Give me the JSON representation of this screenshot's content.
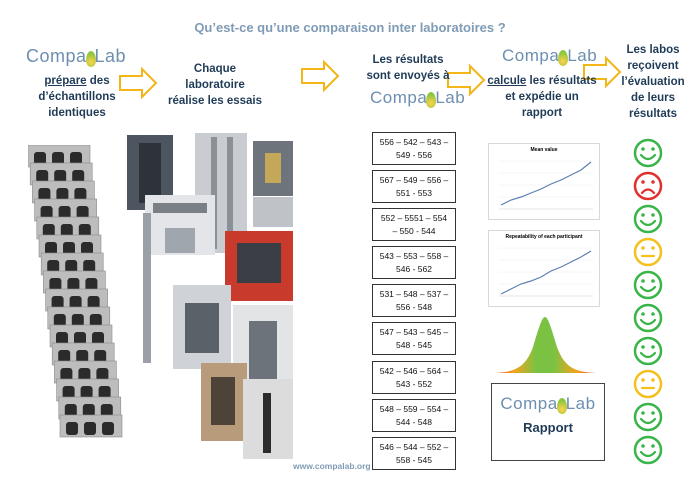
{
  "title": "Qu’est-ce qu’une comparaison inter laboratoires ?",
  "logo_text": {
    "left": "Compa",
    "right": "Lab"
  },
  "steps": {
    "step1": {
      "word_underlined": "prépare",
      "rest1": " des",
      "line2": "d’échantillons",
      "line3": "identiques"
    },
    "step2": {
      "line1": "Chaque",
      "line2": "laboratoire",
      "line3": "réalise les essais"
    },
    "step3": {
      "line1": "Les résultats",
      "line2": "sont envoyés à"
    },
    "step4": {
      "word_underlined": "calcule",
      "rest1": " les résultats",
      "line2": "et expédie un",
      "line3": "rapport"
    },
    "step5": {
      "line1": "Les labos",
      "line2": "reçoivent",
      "line3": "l’évaluation",
      "line4": "de leurs",
      "line5": "résultats"
    }
  },
  "results": [
    {
      "l1": "556 – 542 – 543 –",
      "l2": "549 - 556"
    },
    {
      "l1": "567 – 549 – 556 –",
      "l2": "551 - 553"
    },
    {
      "l1": "552 – 5551 – 554",
      "l2": "– 550 - 544"
    },
    {
      "l1": "543 – 553 – 558 –",
      "l2": "546 - 562"
    },
    {
      "l1": "531 – 548 – 537 –",
      "l2": "556 - 548"
    },
    {
      "l1": "547 – 543 – 545 –",
      "l2": "548 - 545"
    },
    {
      "l1": "542 – 546 – 564 –",
      "l2": "543 - 552"
    },
    {
      "l1": "548 – 559 – 554 –",
      "l2": "544 - 548"
    },
    {
      "l1": "546 – 544 – 552 –",
      "l2": "558 - 545"
    }
  ],
  "charts": {
    "chart1_title": "Mean value",
    "chart2_title": "Repeatability of each participant"
  },
  "rapport_label": "Rapport",
  "website": "www.compalab.org",
  "smileys": [
    {
      "mood": "happy",
      "color": "#3ab54a"
    },
    {
      "mood": "sad",
      "color": "#e0312f"
    },
    {
      "mood": "happy",
      "color": "#3ab54a"
    },
    {
      "mood": "neutral",
      "color": "#f4c01e"
    },
    {
      "mood": "happy",
      "color": "#3ab54a"
    },
    {
      "mood": "happy",
      "color": "#3ab54a"
    },
    {
      "mood": "happy",
      "color": "#3ab54a"
    },
    {
      "mood": "neutral",
      "color": "#f4c01e"
    },
    {
      "mood": "happy",
      "color": "#3ab54a"
    },
    {
      "mood": "happy",
      "color": "#3ab54a"
    }
  ]
}
